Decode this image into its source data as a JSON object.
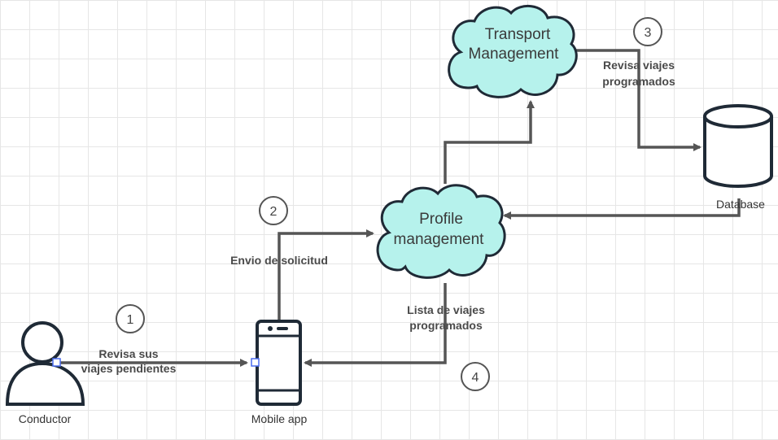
{
  "nodes": {
    "transport": {
      "line1": "Transport",
      "line2": "Management"
    },
    "profile": {
      "line1": "Profile",
      "line2": "management"
    },
    "database": {
      "label": "Database"
    },
    "conductor": {
      "label": "Conductor"
    },
    "mobile": {
      "label": "Mobile app"
    }
  },
  "edges": {
    "e1": {
      "line1": "Revisa sus",
      "line2": "viajes pendientes",
      "step": "1"
    },
    "e2": {
      "line1": "Envio de solicitud",
      "step": "2"
    },
    "e3": {
      "line1": "Revisa viajes",
      "line2": "programados",
      "step": "3"
    },
    "e4": {
      "line1": "Lista de viajes",
      "line2": "programados",
      "step": "4"
    }
  },
  "colors": {
    "cloud_fill": "#b6f2ec",
    "stroke": "#1f2a36",
    "edge": "#555555"
  }
}
